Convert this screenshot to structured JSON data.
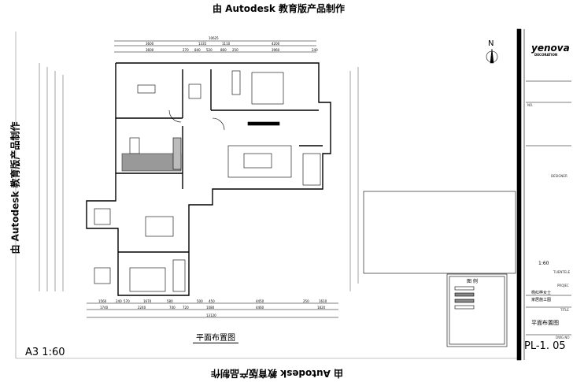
{
  "watermark": "由 Autodesk 教育版产品制作",
  "sheet_label": "A3 1:60",
  "drawing_title": "平面布置图",
  "north_label": "N",
  "dimensions": {
    "top_total": "10625",
    "top_row1": [
      "3600",
      "1335",
      "1110",
      "4200"
    ],
    "top_row2": [
      "3600",
      "270",
      "840",
      "520",
      "860",
      "250",
      "3960",
      "240"
    ],
    "bottom_row1": [
      "1560",
      "240",
      "570",
      "1670",
      "580",
      "500",
      "450",
      "4450",
      "250",
      "1610"
    ],
    "bottom_row2": [
      "1740",
      "2240",
      "740",
      "720",
      "1080",
      "4460",
      "1820"
    ],
    "bottom_total": "13120"
  },
  "legend": {
    "title": "图  例",
    "items": [
      "",
      ""
    ]
  },
  "title_block": {
    "logo": "yenova",
    "logo_sub": "DECORATION",
    "no_label": "NO.",
    "designer_label": "DESIGNER",
    "scale": "1:60",
    "scale_label": "TLIENTELE",
    "project_label": "PROJEC",
    "project_name": "杨红桦女士",
    "project_sub": "家居施工图",
    "title_label": "TITLE",
    "sheet_title": "平面布置图",
    "dwg_label": "DWG.NO",
    "dwg_no": "PL-1. 05"
  }
}
